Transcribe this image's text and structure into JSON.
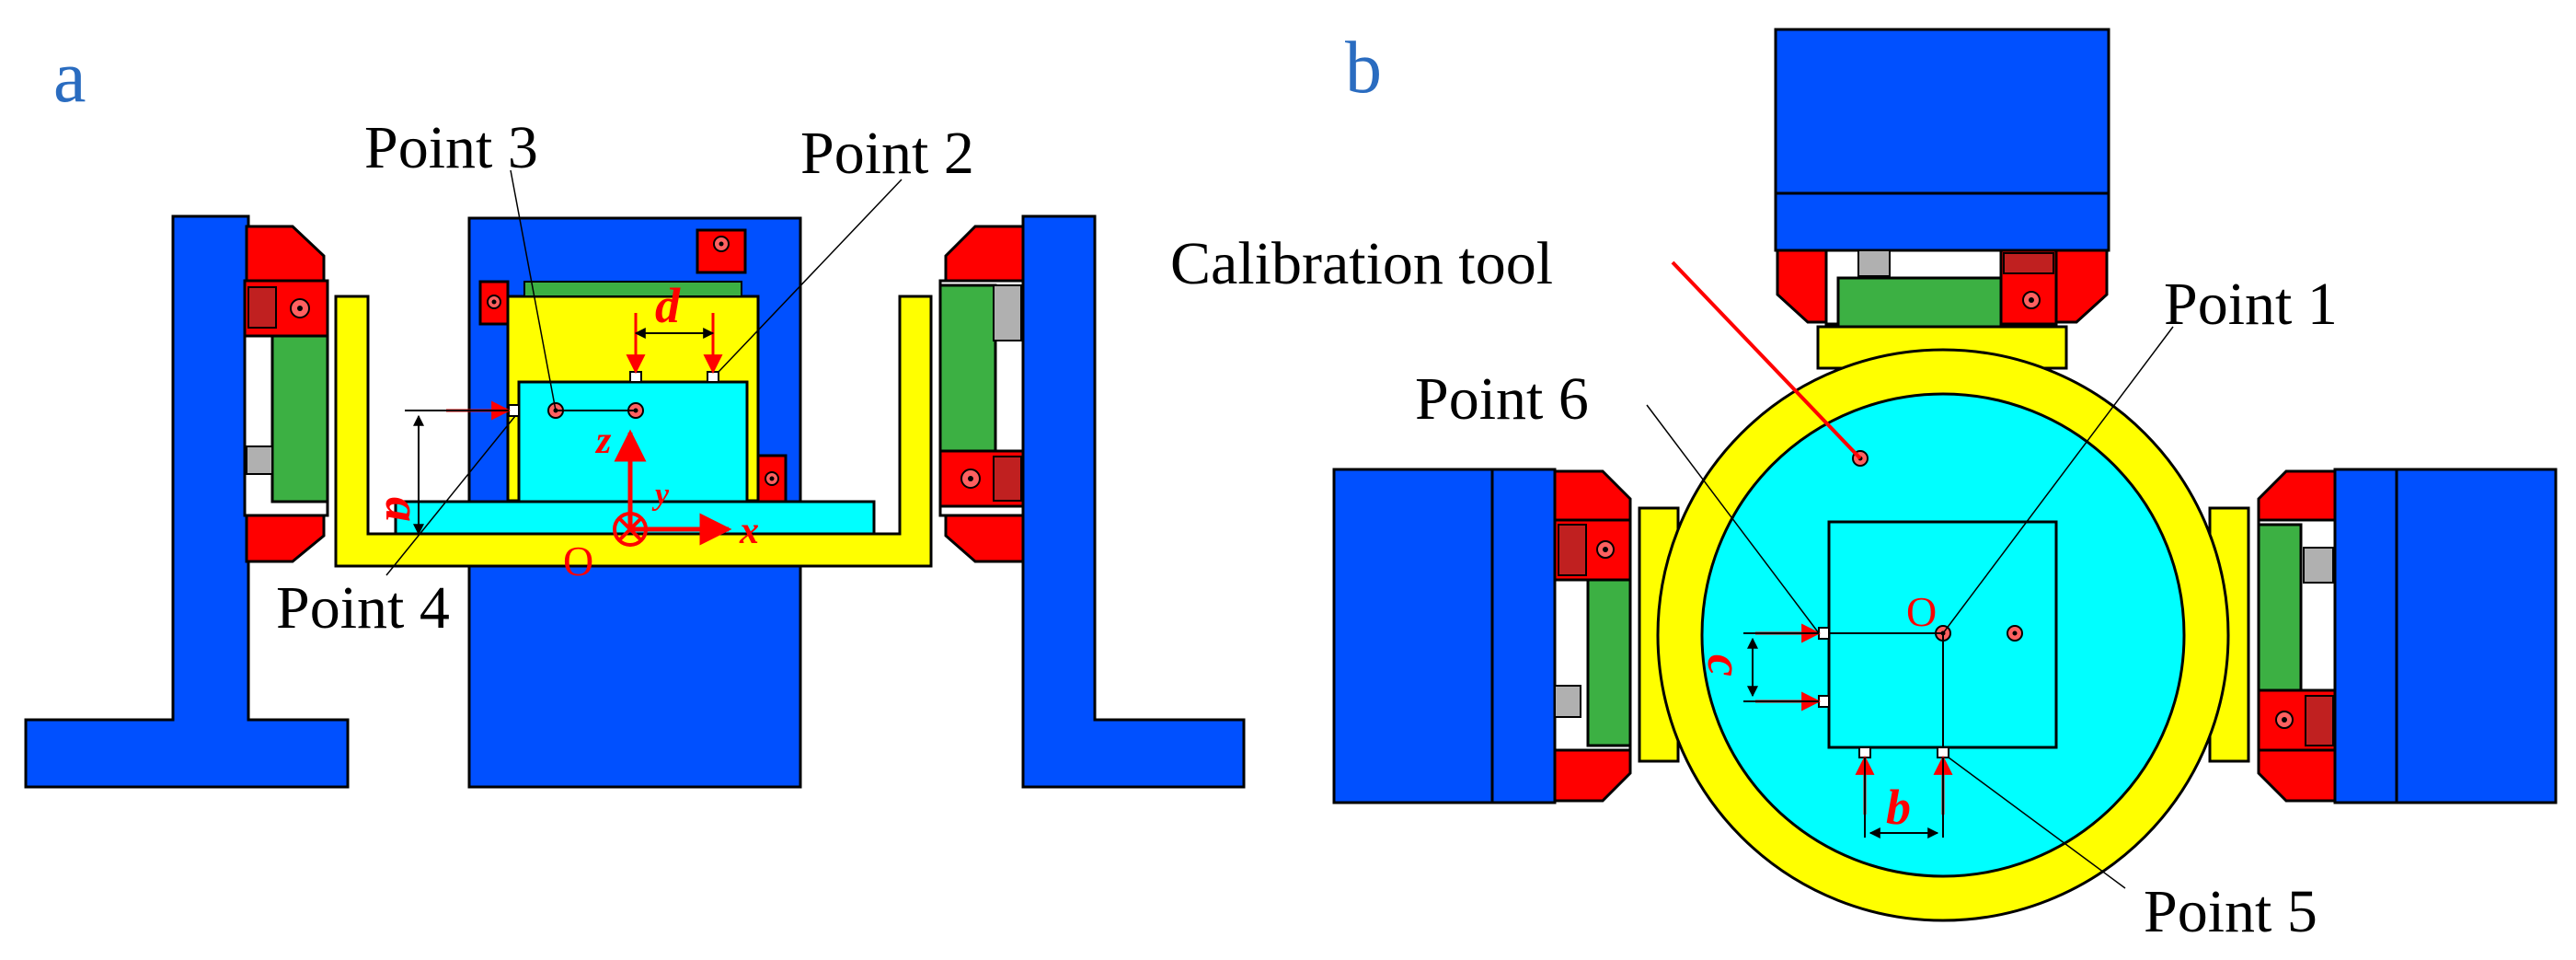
{
  "panels": {
    "a": "a",
    "b": "b"
  },
  "labels": {
    "point1": "Point 1",
    "point2": "Point 2",
    "point3": "Point 3",
    "point4": "Point 4",
    "point5": "Point 5",
    "point6": "Point 6",
    "calibration_tool": "Calibration tool"
  },
  "symbols": {
    "a": "a",
    "b": "b",
    "c": "c",
    "d": "d",
    "origin_a": "O",
    "origin_b": "O",
    "x": "x",
    "y": "y",
    "z": "z"
  },
  "colors": {
    "blue": "#0050ff",
    "yellow": "#ffff00",
    "cyan": "#00ffff",
    "green": "#3cb043",
    "red": "#ff0000",
    "panel_label": "#2a6cc0"
  }
}
